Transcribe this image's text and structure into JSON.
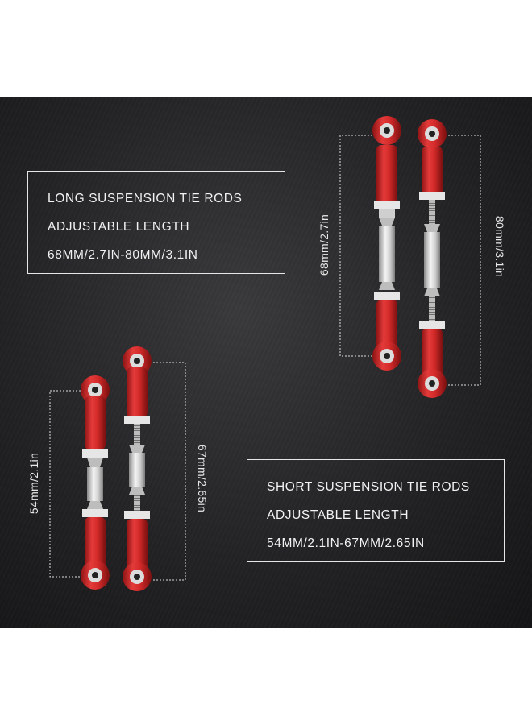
{
  "long_box": {
    "line1": "LONG SUSPENSION TIE RODS",
    "line2": "ADJUSTABLE LENGTH",
    "line3": "68MM/2.7IN-80MM/3.1IN"
  },
  "short_box": {
    "line1": "SHORT SUSPENSION TIE RODS",
    "line2": "ADJUSTABLE LENGTH",
    "line3": "54MM/2.1IN-67MM/2.65IN"
  },
  "dimensions": {
    "long_min": "68mm/2.7in",
    "long_max": "80mm/3.1in",
    "short_min": "54mm/2.1in",
    "short_max": "67mm/2.65in"
  },
  "colors": {
    "rod_end": "#d42a2a",
    "shaft": "#d9d9d9",
    "background": "#262628"
  }
}
